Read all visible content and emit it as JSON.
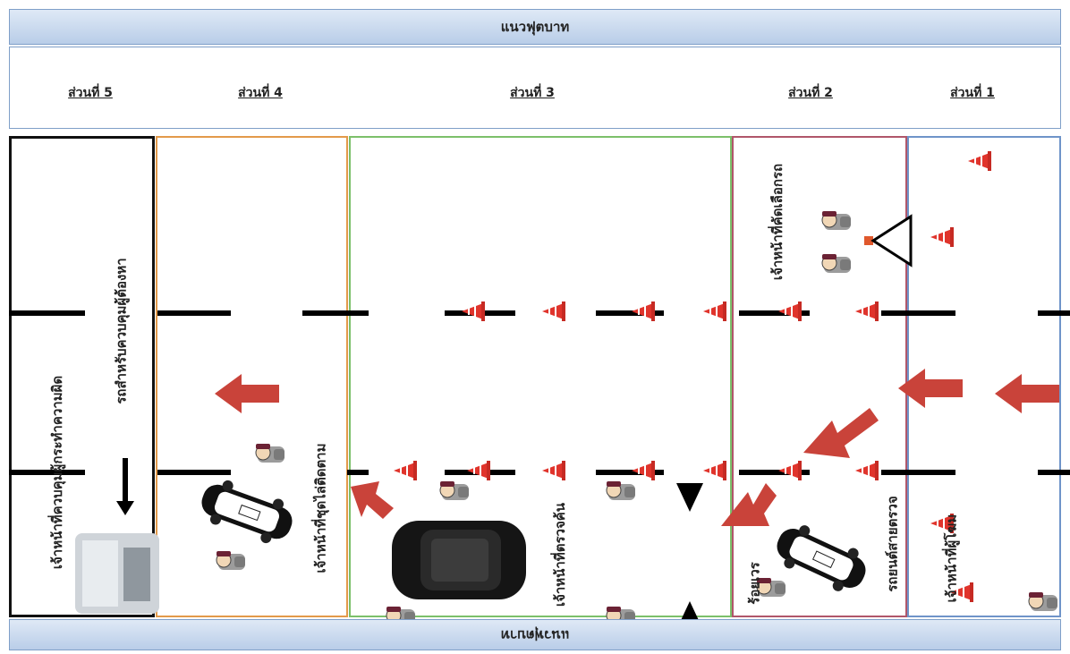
{
  "header": {
    "sidewalk_label": "แนวฟุตบาท"
  },
  "footer": {
    "shoulder_label": "แนวฟุตบาท"
  },
  "sections": [
    {
      "label": "ส่วนที่ 5"
    },
    {
      "label": "ส่วนที่ 4"
    },
    {
      "label": "ส่วนที่ 3"
    },
    {
      "label": "ส่วนที่ 2"
    },
    {
      "label": "ส่วนที่ 1"
    }
  ],
  "officers": {
    "lead_officer": "เจ้าหน้าที่ผู้โฆม",
    "traffic_selector": "เจ้าหน้าที่คัดเลือกรถ",
    "patrol_car": "รถยนต์สายตรวจ",
    "inspector": "เจ้าหน้าที่ตรวจค้น",
    "pursuit_officer": "เจ้าหน้าที่ชุดไล่ติดตาม",
    "suspect_vehicle": "รถสำหรับควบคุมผู้ต้องหา",
    "detention_officer": "เจ้าหน้าที่ควบคุมผู้กระทำความผิด",
    "squad": "ร้อยเวร"
  },
  "colors": {
    "section5_border": "#111111",
    "section4_border": "#e39a4a",
    "section3_border": "#7cc06a",
    "section2_border": "#b0566a",
    "section1_border": "#6f94c9",
    "arrow": "#c9433a",
    "cone": "#e0342c"
  },
  "icons": [
    "traffic-cone-icon",
    "officer-icon",
    "police-car-icon",
    "black-car-icon",
    "arrow-left-icon",
    "checkpoint-sign-icon"
  ]
}
